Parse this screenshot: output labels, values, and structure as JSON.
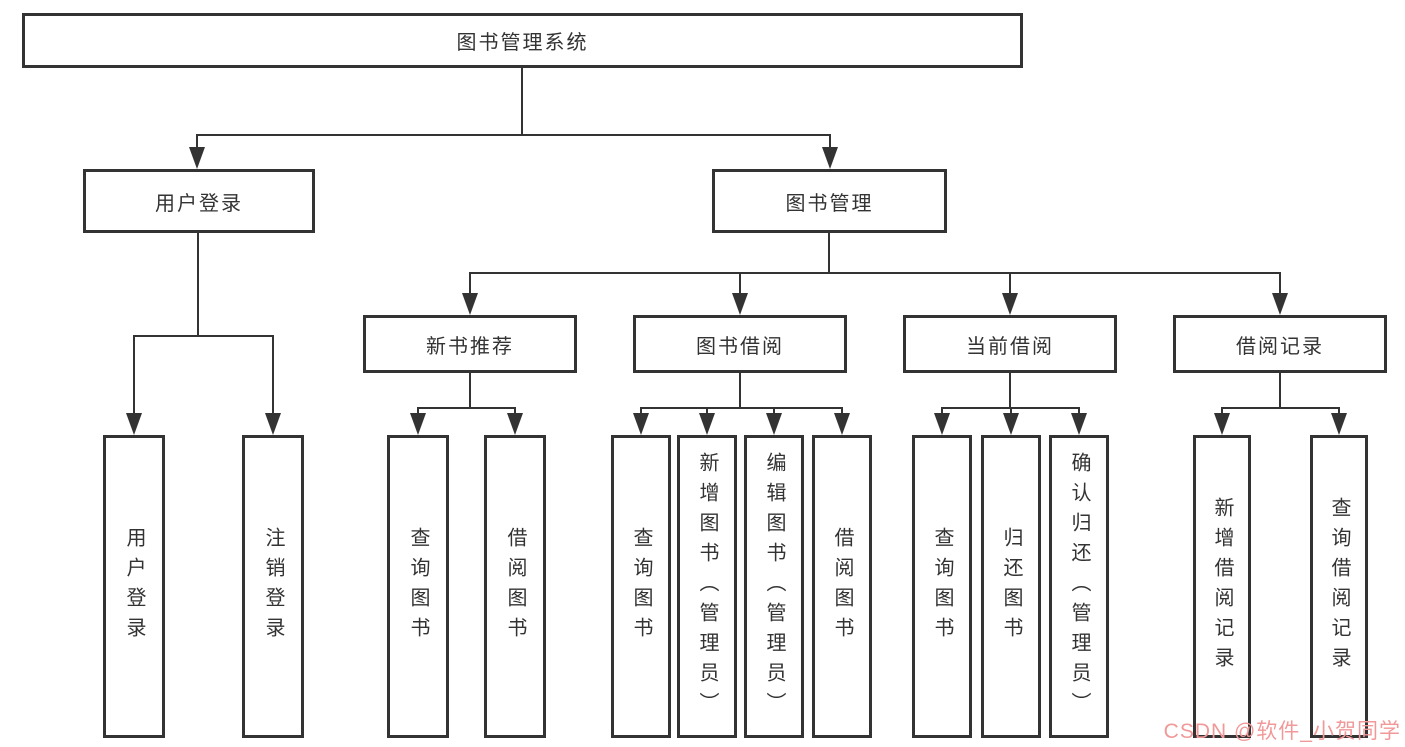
{
  "nodes": {
    "root": "图书管理系统",
    "user_login": "用户登录",
    "book_mgmt": "图书管理",
    "new_book_rec": "新书推荐",
    "book_borrow": "图书借阅",
    "current_borrow": "当前借阅",
    "borrow_record": "借阅记录",
    "ul_leaf1": "用户登录",
    "ul_leaf2": "注销登录",
    "nb_leaf1": "查询图书",
    "nb_leaf2": "借阅图书",
    "bb_leaf1": "查询图书",
    "bb_leaf2": "新增图书（管理员）",
    "bb_leaf3": "编辑图书（管理员）",
    "bb_leaf4": "借阅图书",
    "cb_leaf1": "查询图书",
    "cb_leaf2": "归还图书",
    "cb_leaf3": "确认归还（管理员）",
    "br_leaf1": "新增借阅记录",
    "br_leaf2": "查询借阅记录"
  },
  "watermark": "CSDN @软件_小贺同学",
  "colors": {
    "line": "#333333",
    "border": "#333333",
    "text": "#333333",
    "background": "#ffffff",
    "watermark": "#f19999"
  }
}
